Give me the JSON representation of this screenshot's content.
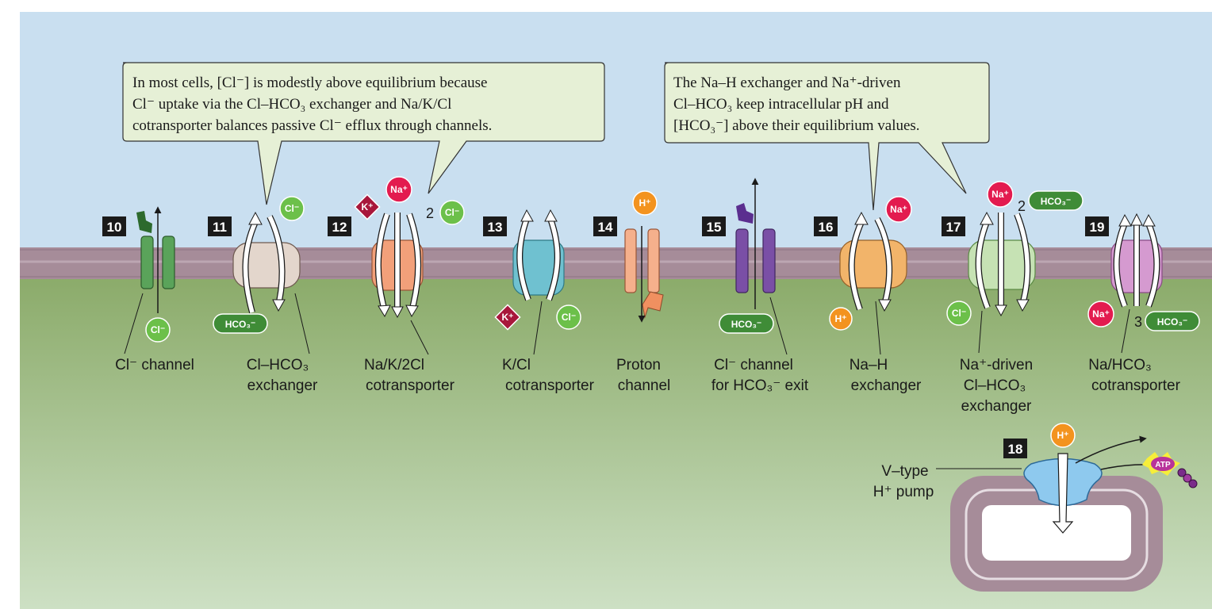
{
  "callouts": {
    "left": [
      "In most cells, [Cl⁻] is modestly above equilibrium because",
      "Cl⁻ uptake via the Cl–HCO₃ exchanger and Na/K/Cl",
      "cotransporter balances passive Cl⁻ efflux through channels."
    ],
    "right": [
      "The Na–H exchanger and Na⁺-driven",
      "Cl–HCO₃ keep intracellular pH and",
      "[HCO₃⁻] above their equilibrium values."
    ]
  },
  "transporters": [
    {
      "number": "10",
      "label": [
        "Cl⁻ channel"
      ],
      "color": "#5aa35a"
    },
    {
      "number": "11",
      "label": [
        "Cl–HCO₃",
        "exchanger"
      ],
      "color": "#e3d6cc"
    },
    {
      "number": "12",
      "label": [
        "Na/K/2Cl",
        "cotransporter"
      ],
      "color": "#f2a07a"
    },
    {
      "number": "13",
      "label": [
        "K/Cl",
        "cotransporter"
      ],
      "color": "#6fc1d0"
    },
    {
      "number": "14",
      "label": [
        "Proton",
        "channel"
      ],
      "color": "#f5b08c"
    },
    {
      "number": "15",
      "label": [
        "Cl⁻ channel",
        "for HCO₃⁻ exit"
      ],
      "color": "#7a4fa6"
    },
    {
      "number": "16",
      "label": [
        "Na–H",
        "exchanger"
      ],
      "color": "#f2b46a"
    },
    {
      "number": "17",
      "label": [
        "Na⁺-driven",
        "Cl–HCO₃",
        "exchanger"
      ],
      "color": "#c6e2b4"
    },
    {
      "number": "19",
      "label": [
        "Na/HCO₃",
        "cotransporter"
      ],
      "color": "#d59ad0"
    },
    {
      "number": "18",
      "label": [
        "V–type",
        "H⁺ pump"
      ],
      "color": "#8ec9ee"
    }
  ],
  "ions": {
    "cl": "Cl⁻",
    "na": "Na⁺",
    "k": "K⁺",
    "h": "H⁺",
    "hco3": "HCO₃⁻",
    "atp": "ATP"
  },
  "coefficients": {
    "two": "2",
    "three": "3"
  },
  "colors": {
    "extracellular": "#c9dff0",
    "cytoplasm_top": "#8bab6a",
    "cytoplasm_bottom": "#cde0c4",
    "membrane": "#a68c99",
    "callout_fill": "#e6f0d6",
    "cl_ion": "#6cc04a",
    "na_ion": "#e31b4f",
    "k_ion": "#a8173b",
    "h_ion": "#f3931f",
    "hco3_ion": "#3f8c37"
  }
}
